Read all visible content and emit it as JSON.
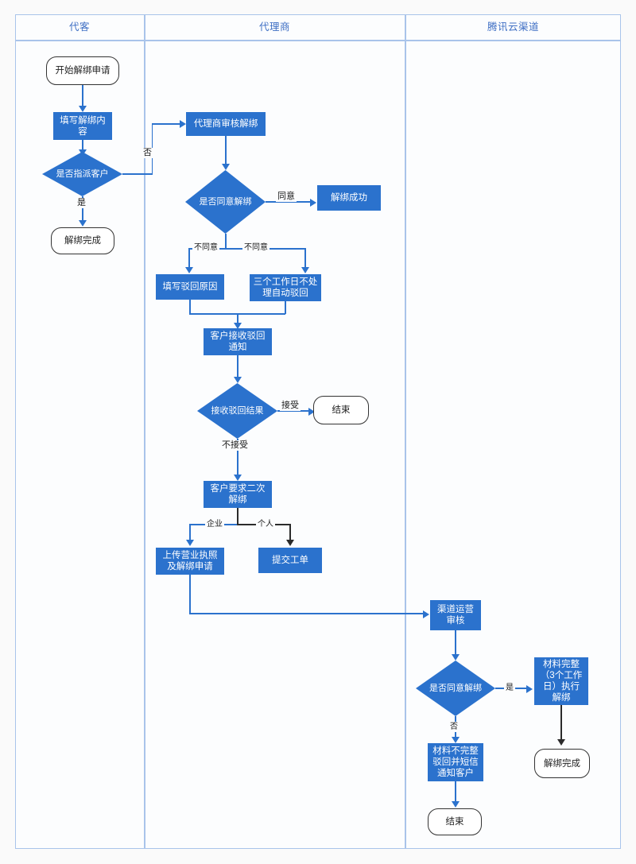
{
  "diagram": {
    "title_visible": false,
    "colors": {
      "process_fill": "#2b72cd",
      "process_text": "#ffffff",
      "terminator_fill": "#ffffff",
      "terminator_border": "#333333",
      "lane_border": "#a9c4ea",
      "lane_header_text": "#3f6fc4",
      "connector": "#2b72cd",
      "connector_dark": "#2b2b2b",
      "canvas": "#fafafa"
    },
    "lanes": [
      {
        "id": "lane-customer",
        "label": "代客"
      },
      {
        "id": "lane-agent",
        "label": "代理商"
      },
      {
        "id": "lane-tencent",
        "label": "腾讯云渠道"
      }
    ],
    "nodes": [
      {
        "id": "start",
        "lane": "lane-customer",
        "type": "terminator",
        "label": "开始解绑申请"
      },
      {
        "id": "fill-content",
        "lane": "lane-customer",
        "type": "process",
        "label": "填写解绑内容"
      },
      {
        "id": "assign-customer",
        "lane": "lane-customer",
        "type": "decision",
        "label": "是否指派客户"
      },
      {
        "id": "unbind-done-1",
        "lane": "lane-customer",
        "type": "terminator",
        "label": "解绑完成"
      },
      {
        "id": "agent-review",
        "lane": "lane-agent",
        "type": "process",
        "label": "代理商审核解绑"
      },
      {
        "id": "agent-agree",
        "lane": "lane-agent",
        "type": "decision",
        "label": "是否同意解绑"
      },
      {
        "id": "unbind-success",
        "lane": "lane-agent",
        "type": "process",
        "label": "解绑成功"
      },
      {
        "id": "fill-reject",
        "lane": "lane-agent",
        "type": "process",
        "label": "填写驳回原因"
      },
      {
        "id": "auto-reject",
        "lane": "lane-agent",
        "type": "process",
        "label": "三个工作日不处理自动驳回"
      },
      {
        "id": "customer-notice",
        "lane": "lane-agent",
        "type": "process",
        "label": "客户接收驳回通知"
      },
      {
        "id": "reject-result",
        "lane": "lane-agent",
        "type": "decision",
        "label": "接收驳回结果"
      },
      {
        "id": "end-1",
        "lane": "lane-agent",
        "type": "terminator",
        "label": "结束"
      },
      {
        "id": "second-unbind",
        "lane": "lane-agent",
        "type": "process",
        "label": "客户要求二次解绑"
      },
      {
        "id": "upload-license",
        "lane": "lane-agent",
        "type": "process",
        "label": "上传营业执照及解绑申请"
      },
      {
        "id": "submit-ticket",
        "lane": "lane-agent",
        "type": "process",
        "label": "提交工单"
      },
      {
        "id": "channel-review",
        "lane": "lane-tencent",
        "type": "process",
        "label": "渠道运营审核"
      },
      {
        "id": "channel-agree",
        "lane": "lane-tencent",
        "type": "decision",
        "label": "是否同意解绑"
      },
      {
        "id": "material-ok",
        "lane": "lane-tencent",
        "type": "process",
        "label": "材料完整（3个工作日）执行解绑"
      },
      {
        "id": "material-bad",
        "lane": "lane-tencent",
        "type": "process",
        "label": "材料不完整驳回并短信通知客户"
      },
      {
        "id": "unbind-done-2",
        "lane": "lane-tencent",
        "type": "terminator",
        "label": "解绑完成"
      },
      {
        "id": "end-2",
        "lane": "lane-tencent",
        "type": "terminator",
        "label": "结束"
      }
    ],
    "node_text": {
      "start": "开始解绑申请",
      "fill_content_l1": "填写解绑内",
      "fill_content_l2": "容",
      "assign_customer": "是否指派客户",
      "unbind_done_1": "解绑完成",
      "agent_review": "代理商审核解绑",
      "agent_agree": "是否同意解绑",
      "unbind_success": "解绑成功",
      "fill_reject": "填写驳回原因",
      "auto_reject_l1": "三个工作日不处",
      "auto_reject_l2": "理自动驳回",
      "customer_notice_l1": "客户接收驳回",
      "customer_notice_l2": "通知",
      "reject_result": "接收驳回结果",
      "end_1": "结束",
      "second_unbind_l1": "客户要求二次",
      "second_unbind_l2": "解绑",
      "upload_license_l1": "上传营业执照",
      "upload_license_l2": "及解绑申请",
      "submit_ticket": "提交工单",
      "channel_review_l1": "渠道运营",
      "channel_review_l2": "审核",
      "channel_agree": "是否同意解绑",
      "material_ok_l1": "材料完整",
      "material_ok_l2": "（3个工作",
      "material_ok_l3": "日）执行",
      "material_ok_l4": "解绑",
      "material_bad_l1": "材料不完整",
      "material_bad_l2": "驳回并短信",
      "material_bad_l3": "通知客户",
      "unbind_done_2": "解绑完成",
      "end_2": "结束"
    },
    "edges": [
      {
        "id": "e-start-fill",
        "from": "start",
        "to": "fill-content",
        "label": ""
      },
      {
        "id": "e-fill-assign",
        "from": "fill-content",
        "to": "assign-customer",
        "label": ""
      },
      {
        "id": "e-assign-yes",
        "from": "assign-customer",
        "to": "unbind-done-1",
        "label": "是"
      },
      {
        "id": "e-assign-no",
        "from": "assign-customer",
        "to": "agent-review",
        "label": "否"
      },
      {
        "id": "e-review-agree",
        "from": "agent-review",
        "to": "agent-agree",
        "label": ""
      },
      {
        "id": "e-agree-yes",
        "from": "agent-agree",
        "to": "unbind-success",
        "label": "同意"
      },
      {
        "id": "e-agree-no-left",
        "from": "agent-agree",
        "to": "fill-reject",
        "label": "不同意"
      },
      {
        "id": "e-agree-no-right",
        "from": "agent-agree",
        "to": "auto-reject",
        "label": "不同意"
      },
      {
        "id": "e-reject-notice",
        "from": "fill-reject",
        "to": "customer-notice",
        "label": ""
      },
      {
        "id": "e-auto-notice",
        "from": "auto-reject",
        "to": "customer-notice",
        "label": ""
      },
      {
        "id": "e-notice-result",
        "from": "customer-notice",
        "to": "reject-result",
        "label": ""
      },
      {
        "id": "e-result-accept",
        "from": "reject-result",
        "to": "end-1",
        "label": "接受"
      },
      {
        "id": "e-result-reject",
        "from": "reject-result",
        "to": "second-unbind",
        "label": "不接受"
      },
      {
        "id": "e-second-company",
        "from": "second-unbind",
        "to": "upload-license",
        "label": "企业"
      },
      {
        "id": "e-second-personal",
        "from": "second-unbind",
        "to": "submit-ticket",
        "label": "个人"
      },
      {
        "id": "e-upload-channel",
        "from": "upload-license",
        "to": "channel-review",
        "label": ""
      },
      {
        "id": "e-channel-agree",
        "from": "channel-review",
        "to": "channel-agree",
        "label": ""
      },
      {
        "id": "e-channel-yes",
        "from": "channel-agree",
        "to": "material-ok",
        "label": "是"
      },
      {
        "id": "e-channel-no",
        "from": "channel-agree",
        "to": "material-bad",
        "label": "否"
      },
      {
        "id": "e-ok-done",
        "from": "material-ok",
        "to": "unbind-done-2",
        "label": ""
      },
      {
        "id": "e-bad-end",
        "from": "material-bad",
        "to": "end-2",
        "label": ""
      }
    ],
    "edge_labels": {
      "assign_no": "否",
      "assign_yes": "是",
      "agree_yes": "同意",
      "agree_no_left": "不同意",
      "agree_no_right": "不同意",
      "result_accept": "接受",
      "result_reject": "不接受",
      "branch_company": "企业",
      "branch_personal": "个人",
      "channel_yes": "是",
      "channel_no": "否"
    }
  }
}
